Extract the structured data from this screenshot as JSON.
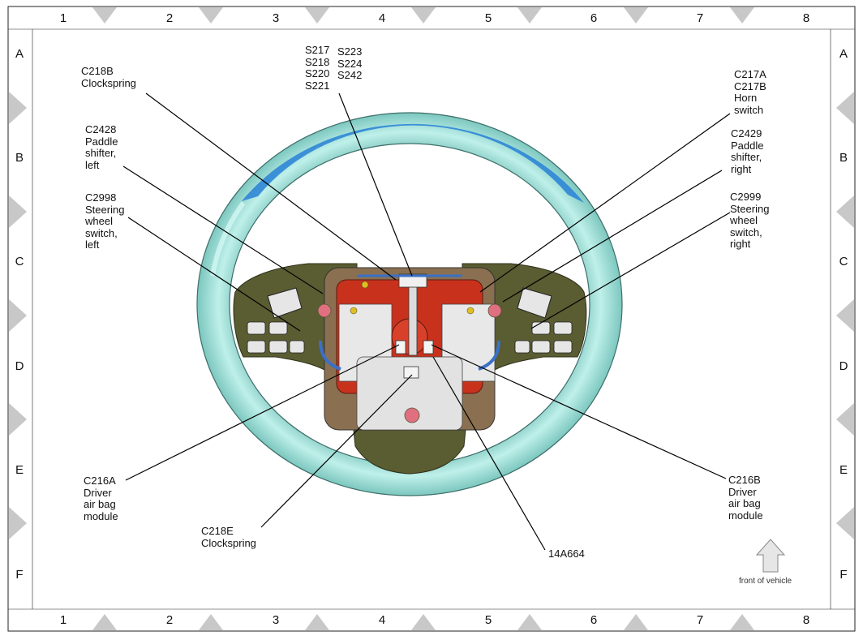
{
  "grid": {
    "columns": [
      "1",
      "2",
      "3",
      "4",
      "5",
      "6",
      "7",
      "8"
    ],
    "rows": [
      "A",
      "B",
      "C",
      "D",
      "E",
      "F"
    ]
  },
  "callouts": [
    {
      "id": "c218b",
      "text": "C218B\nClockspring"
    },
    {
      "id": "s-group-a",
      "text": "S217\nS218\nS220\nS221"
    },
    {
      "id": "s-group-b",
      "text": "S223\nS224\nS242"
    },
    {
      "id": "c217a",
      "text": "C217A\nC217B\nHorn\nswitch"
    },
    {
      "id": "c2428",
      "text": "C2428\nPaddle\nshifter,\nleft"
    },
    {
      "id": "c2429",
      "text": "C2429\nPaddle\nshifter,\nright"
    },
    {
      "id": "c2998",
      "text": "C2998\nSteering\nwheel\nswitch,\nleft"
    },
    {
      "id": "c2999",
      "text": "C2999\nSteering\nwheel\nswitch,\nright"
    },
    {
      "id": "c216a",
      "text": "C216A\nDriver\nair bag\nmodule"
    },
    {
      "id": "c216b",
      "text": "C216B\nDriver\nair bag\nmodule"
    },
    {
      "id": "c218e",
      "text": "C218E\nClockspring"
    },
    {
      "id": "p14a664",
      "text": "14A664"
    }
  ],
  "front_of_vehicle": "front of vehicle",
  "colors": {
    "rim": "#a9e3dc",
    "rim_accent": "#2f86d6",
    "spokes": "#5a5c32",
    "hub_red": "#c8321c",
    "bracket": "#e8e8e8",
    "frame_triangle": "#c8c8c8"
  }
}
